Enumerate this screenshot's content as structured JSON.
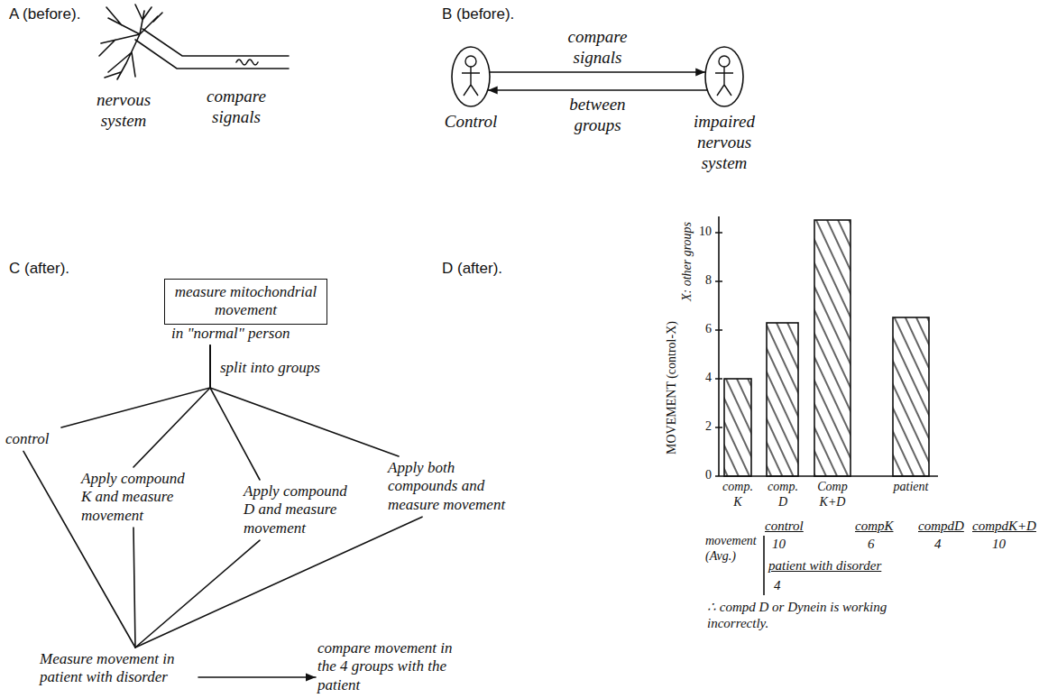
{
  "diagram": {
    "nodes": [
      {
        "text": [
          "Control"
        ]
      },
      {
        "text": [
          "impaired nervous system"
        ]
      },
      {
        "text": [
          "measure mitochondrial movement",
          "in \"normal\" person"
        ]
      },
      {
        "text": [
          "control"
        ]
      },
      {
        "text": [
          "Apply compound K and measure movement"
        ]
      },
      {
        "text": [
          "Apply compound D and measure movement"
        ]
      },
      {
        "text": [
          "Apply both compounds and measure movement"
        ]
      },
      {
        "text": [
          "Measure movement in patient with disorder"
        ]
      },
      {
        "text": [
          "compare movement in the 4 groups with the patient"
        ]
      }
    ],
    "edges": [
      {
        "from": 0,
        "to": 1,
        "arrow": "to",
        "label": "compare signals"
      },
      {
        "from": 1,
        "to": 0,
        "arrow": "to",
        "label": "between groups"
      },
      {
        "from": 2,
        "to": 3,
        "arrow": "none"
      },
      {
        "from": 2,
        "to": 4,
        "arrow": "none"
      },
      {
        "from": 2,
        "to": 5,
        "arrow": "none"
      },
      {
        "from": 2,
        "to": 6,
        "arrow": "none"
      },
      {
        "from": 3,
        "to": 7,
        "arrow": "none"
      },
      {
        "from": 4,
        "to": 7,
        "arrow": "none"
      },
      {
        "from": 5,
        "to": 7,
        "arrow": "none"
      },
      {
        "from": 6,
        "to": 7,
        "arrow": "none"
      },
      {
        "from": 7,
        "to": 8,
        "arrow": "to"
      }
    ],
    "labels": [
      "A (before).",
      "nervous system",
      "compare signals",
      "B (before).",
      "C (after).",
      "split into groups",
      "D (after).",
      "MOVEMENT (control-X)",
      "X: other groups",
      "10",
      "8",
      "6",
      "4",
      "2",
      "0",
      "comp. K",
      "comp. D",
      "Comp K+D",
      "patient",
      "control",
      "compK",
      "compdD",
      "compdK+D",
      "movement (Avg.)",
      "10",
      "6",
      "4",
      "10",
      "patient with disorder",
      "4",
      "∴ compd D or Dynein is working incorrectly."
    ]
  }
}
